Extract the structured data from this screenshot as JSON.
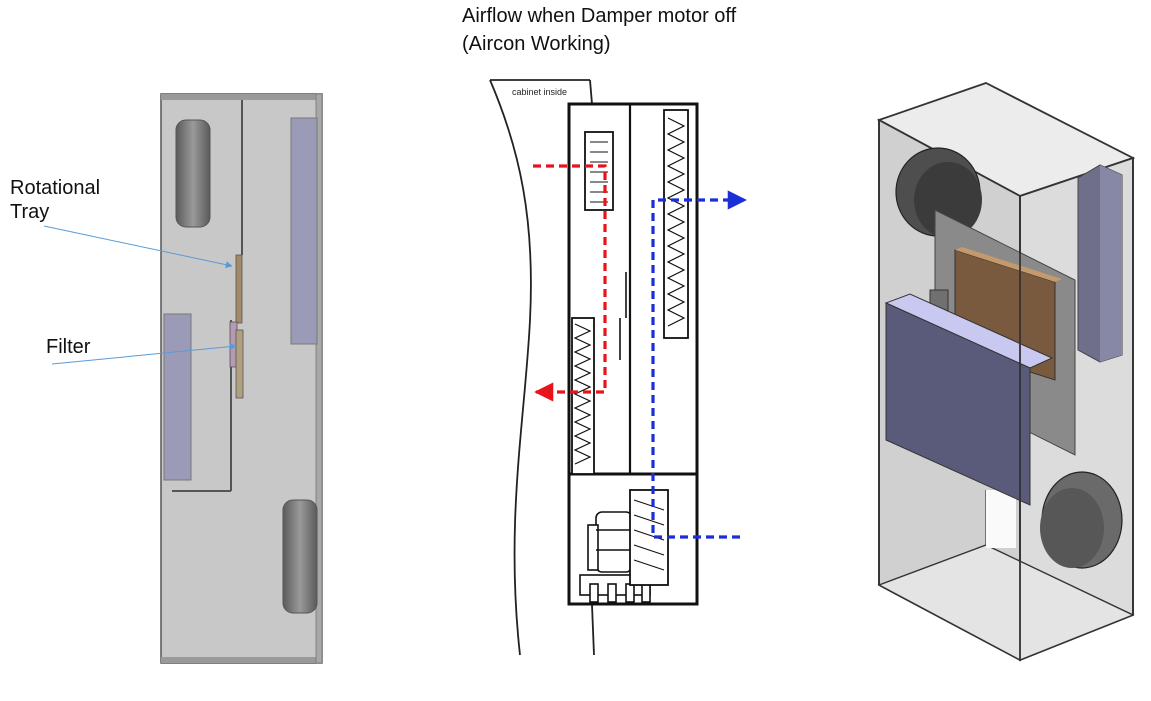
{
  "title": {
    "line1": "Airflow when Damper motor off",
    "line2": "(Aircon Working)"
  },
  "labels": {
    "rotational_tray_line1": "Rotational",
    "rotational_tray_line2": "Tray",
    "filter": "Filter",
    "cabinet_inside": "cabinet inside"
  },
  "colors": {
    "red_airflow": "#e8141b",
    "blue_airflow": "#1a2fd6",
    "leader_line": "#5b9bd5",
    "filter_panel": "#9b9bb8",
    "cabinet_gray": "#c8c8c8",
    "tray_copper": "#8a6444"
  }
}
